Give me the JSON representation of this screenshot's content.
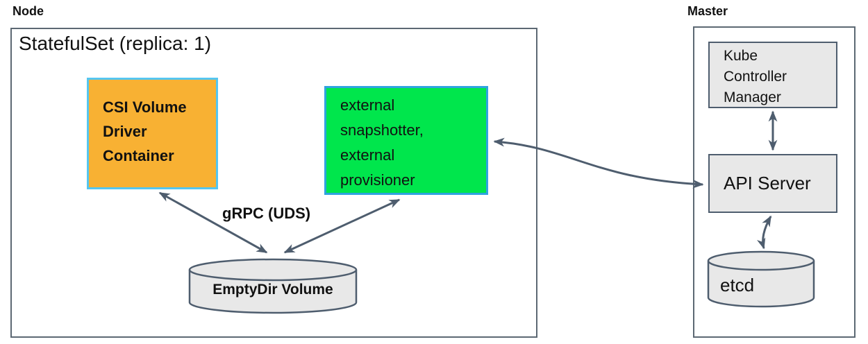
{
  "node": {
    "label": "Node",
    "statefulset_title": "StatefulSet (replica: 1)",
    "csi_driver": {
      "lines": [
        "CSI Volume",
        "Driver",
        "Container"
      ]
    },
    "sidecars": {
      "lines": [
        "external",
        "snapshotter,",
        "external",
        "provisioner"
      ]
    },
    "grpc_label": "gRPC (UDS)",
    "emptydir": {
      "label": "EmptyDir Volume"
    }
  },
  "master": {
    "label": "Master",
    "kube_controller_manager": {
      "lines": [
        "Kube",
        "Controller",
        "Manager"
      ]
    },
    "api_server": {
      "label": "API Server"
    },
    "etcd": {
      "label": "etcd"
    }
  },
  "colors": {
    "csi_fill": "#F8B133",
    "csi_border": "#55C6F0",
    "sidecar_fill": "#00E64C",
    "sidecar_border": "#2FA3DF",
    "component_fill": "#E8E8E8",
    "component_border": "#4E5D6E",
    "outer_border": "#5C6873",
    "arrow": "#4E5D6E",
    "text": "#111111"
  }
}
